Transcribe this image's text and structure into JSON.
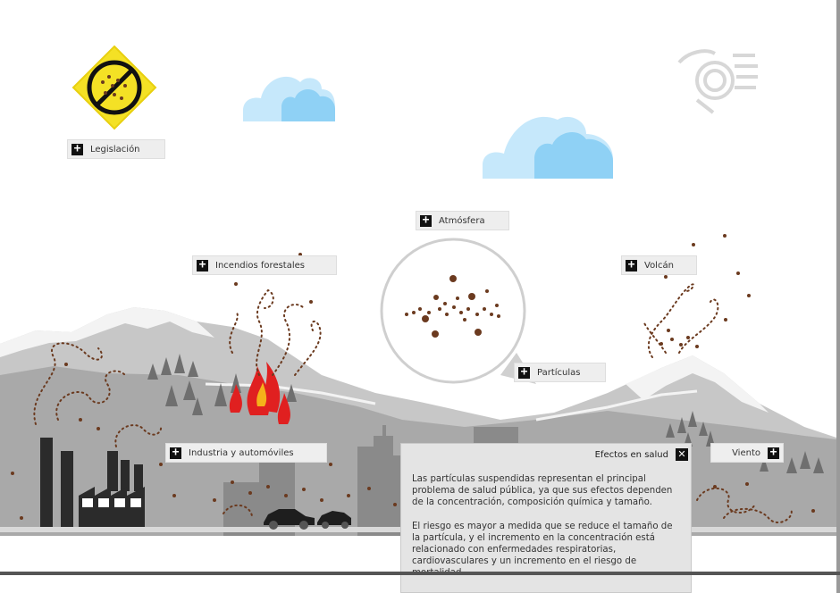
{
  "labels": {
    "legislacion": "Legislación",
    "atmosfera": "Atmósfera",
    "incendios": "Incendios forestales",
    "volcan": "Volcán",
    "particulas": "Partículas",
    "industria": "Industria y automóviles",
    "viento": "Viento"
  },
  "health_panel": {
    "title": "Efectos en salud",
    "paragraph_1": "Las partículas suspendidas representan el principal problema de salud pública, ya que sus efectos dependen de la concentración, composición química y tamaño.",
    "paragraph_2": "El riesgo es mayor a medida que se reduce el tamaño de la partícula, y el incremento en la concentración está relacionado con enfermedades respiratorias, cardiovasculares y un incremento en el riesgo de mortalidad."
  },
  "colors": {
    "particle": "#6b3a1f",
    "fire": "#e02020",
    "sign": "#f4e125",
    "cloud": "#8fd1f5",
    "mountain": "#bcbcbc",
    "factory": "#2b2b2b"
  },
  "icons": {
    "sign": "no-particles-sign-icon",
    "logo": "bird-logo-icon",
    "plus": "plus-icon",
    "close": "close-icon"
  }
}
